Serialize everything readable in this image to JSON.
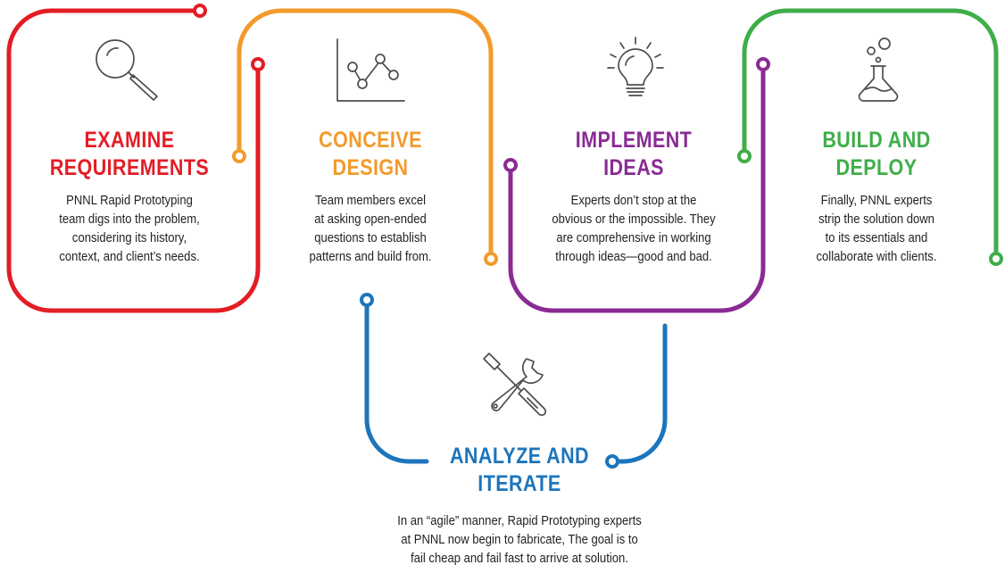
{
  "colors": {
    "red": "#e31d25",
    "orange": "#f39a2b",
    "purple": "#8a2b94",
    "green": "#3fae49",
    "blue": "#1c75bc",
    "icon": "#4d4d4d"
  },
  "steps": [
    {
      "key": "examine",
      "color": "#e31d25",
      "icon": "magnifier-icon",
      "title": [
        "EXAMINE",
        "REQUIREMENTS"
      ],
      "body": [
        "PNNL Rapid Prototyping",
        "team digs into the problem,",
        "considering its history,",
        "context, and client’s needs."
      ]
    },
    {
      "key": "conceive",
      "color": "#f39a2b",
      "icon": "line-chart-icon",
      "title": [
        "CONCEIVE",
        "DESIGN"
      ],
      "body": [
        "Team members excel",
        "at asking open-ended",
        "questions to establish",
        "patterns and build from."
      ]
    },
    {
      "key": "implement",
      "color": "#8a2b94",
      "icon": "lightbulb-icon",
      "title": [
        "IMPLEMENT",
        "IDEAS"
      ],
      "body": [
        "Experts don’t stop at the",
        "obvious or the impossible. They",
        "are comprehensive in working",
        "through ideas—good and bad."
      ]
    },
    {
      "key": "build",
      "color": "#3fae49",
      "icon": "flask-icon",
      "title": [
        "BUILD AND",
        "DEPLOY"
      ],
      "body": [
        "Finally, PNNL experts",
        "strip the solution down",
        "to its essentials and",
        "collaborate with clients."
      ]
    },
    {
      "key": "analyze",
      "color": "#1c75bc",
      "icon": "tools-icon",
      "title": [
        "ANALYZE AND",
        "ITERATE"
      ],
      "body": [
        "In an “agile” manner, Rapid Prototyping experts",
        "at PNNL now begin to fabricate, The goal is to",
        "fail cheap and fail fast to arrive at solution."
      ]
    }
  ]
}
